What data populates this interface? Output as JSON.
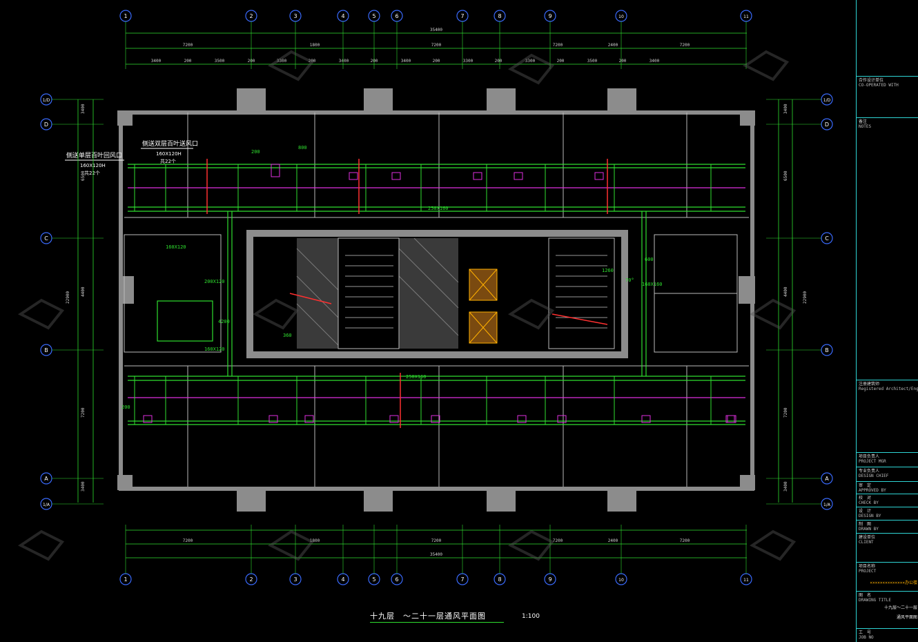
{
  "drawing": {
    "title": "十九层　～二十一层通风平面图",
    "scale": "1:100"
  },
  "grids": {
    "vertical": [
      "1",
      "2",
      "3",
      "4",
      "5",
      "6",
      "7",
      "8",
      "9",
      "10",
      "11"
    ],
    "horizontal": [
      "1/A",
      "A",
      "B",
      "C",
      "D",
      "1/D"
    ]
  },
  "dimensions": {
    "total": "35400",
    "top_level2": [
      "7200",
      "1800",
      "7200",
      "7200",
      "2400",
      "7200"
    ],
    "top_level3": [
      "3400",
      "200",
      "3500",
      "200",
      "3300",
      "200",
      "3400",
      "200",
      "3400",
      "200",
      "3300",
      "200",
      "3300",
      "200",
      "3500",
      "200",
      "3400"
    ],
    "left_total": "22900",
    "left_segments": [
      "3400",
      "6500",
      "4400",
      "7200",
      "3400"
    ],
    "right_total": "22900",
    "right_segments": [
      "3400",
      "6500",
      "4400",
      "7200",
      "3400"
    ]
  },
  "annotations": {
    "green": [
      "160X120",
      "250X160",
      "200",
      "800",
      "200X120",
      "160X160",
      "250X160",
      "600",
      "70°",
      "1260",
      "360",
      "4200",
      "160X120",
      "200"
    ],
    "left_label_1": "侧送单层百叶回风口",
    "left_label_1b": "160X120H",
    "left_label_1c": "共22个",
    "left_label_2": "侧送双层百叶送风口",
    "left_label_2b": "160X120H",
    "left_label_2c": "共22个"
  },
  "title_block": {
    "cooperated": {
      "cn": "合作设计单位",
      "en": "CO-OPERATED WITH"
    },
    "notes": {
      "cn": "备注",
      "en": "NOTES"
    },
    "engineer": {
      "cn": "注册建筑师",
      "en": "Registered Architect/Engineer"
    },
    "pm": {
      "cn": "项目负责人",
      "en": "PROJECT MGR"
    },
    "design_chief": {
      "cn": "专业负责人",
      "en": "DESIGN CHIEF"
    },
    "approved": {
      "cn": "审　定",
      "en": "APPROVED BY"
    },
    "check": {
      "cn": "校　对",
      "en": "CHECK BY"
    },
    "design": {
      "cn": "设　计",
      "en": "DESIGN BY"
    },
    "drawn": {
      "cn": "制　图",
      "en": "DRAWN BY"
    },
    "client": {
      "cn": "建设单位",
      "en": "CLIENT"
    },
    "project": {
      "cn": "项目名称",
      "en": "PROJECT"
    },
    "project_value": "××××××××××××××办公楼",
    "drawing_title": {
      "cn": "图　名",
      "en": "DRAWING TITLE"
    },
    "drawing_title_value1": "十九层～二十一层",
    "drawing_title_value2": "通风平面图",
    "job_no": {
      "cn": "工　号",
      "en": "JOB NO"
    }
  }
}
